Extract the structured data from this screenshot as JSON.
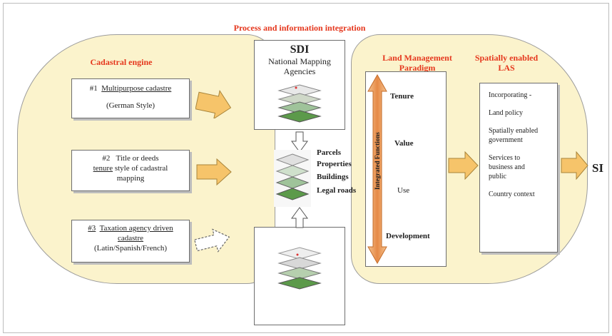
{
  "top_title": "Process and information integration",
  "cadastral": {
    "title": "Cadastral engine",
    "box1": {
      "num": "#1",
      "line1": "Multipurpose cadastre",
      "line2": "(German Style)"
    },
    "box2": {
      "num": "#2",
      "line1": "Title or deeds",
      "line2_u": "tenure",
      "line2_rest": " style of cadastral",
      "line3": "mapping"
    },
    "box3": {
      "num": "#3",
      "line1": "Taxation agency driven",
      "line2": "cadastre",
      "line3": "(Latin/Spanish/French)"
    }
  },
  "sdi": {
    "title": "SDI",
    "line1": "National Mapping",
    "line2": "Agencies"
  },
  "layers": [
    "Parcels",
    "Properties",
    "Buildings",
    "Legal roads"
  ],
  "land_management": {
    "title_line1": "Land Management",
    "title_line2": "Paradigm",
    "vertical_label": "Integrated Functions",
    "items": [
      "Tenure",
      "Value",
      "Use",
      "Development"
    ]
  },
  "las": {
    "title_line1": "Spatially enabled",
    "title_line2": "LAS",
    "items": [
      "Incorporating -",
      "Land policy",
      "Spatially enabled government",
      "Services to business and public",
      "Country context"
    ]
  },
  "outcome": "SI",
  "colors": {
    "blob_fill": "#fbf3cc",
    "arrow_fill": "#f6c46a",
    "title_red": "#e5371d",
    "big_arrow": "#f0a468"
  }
}
